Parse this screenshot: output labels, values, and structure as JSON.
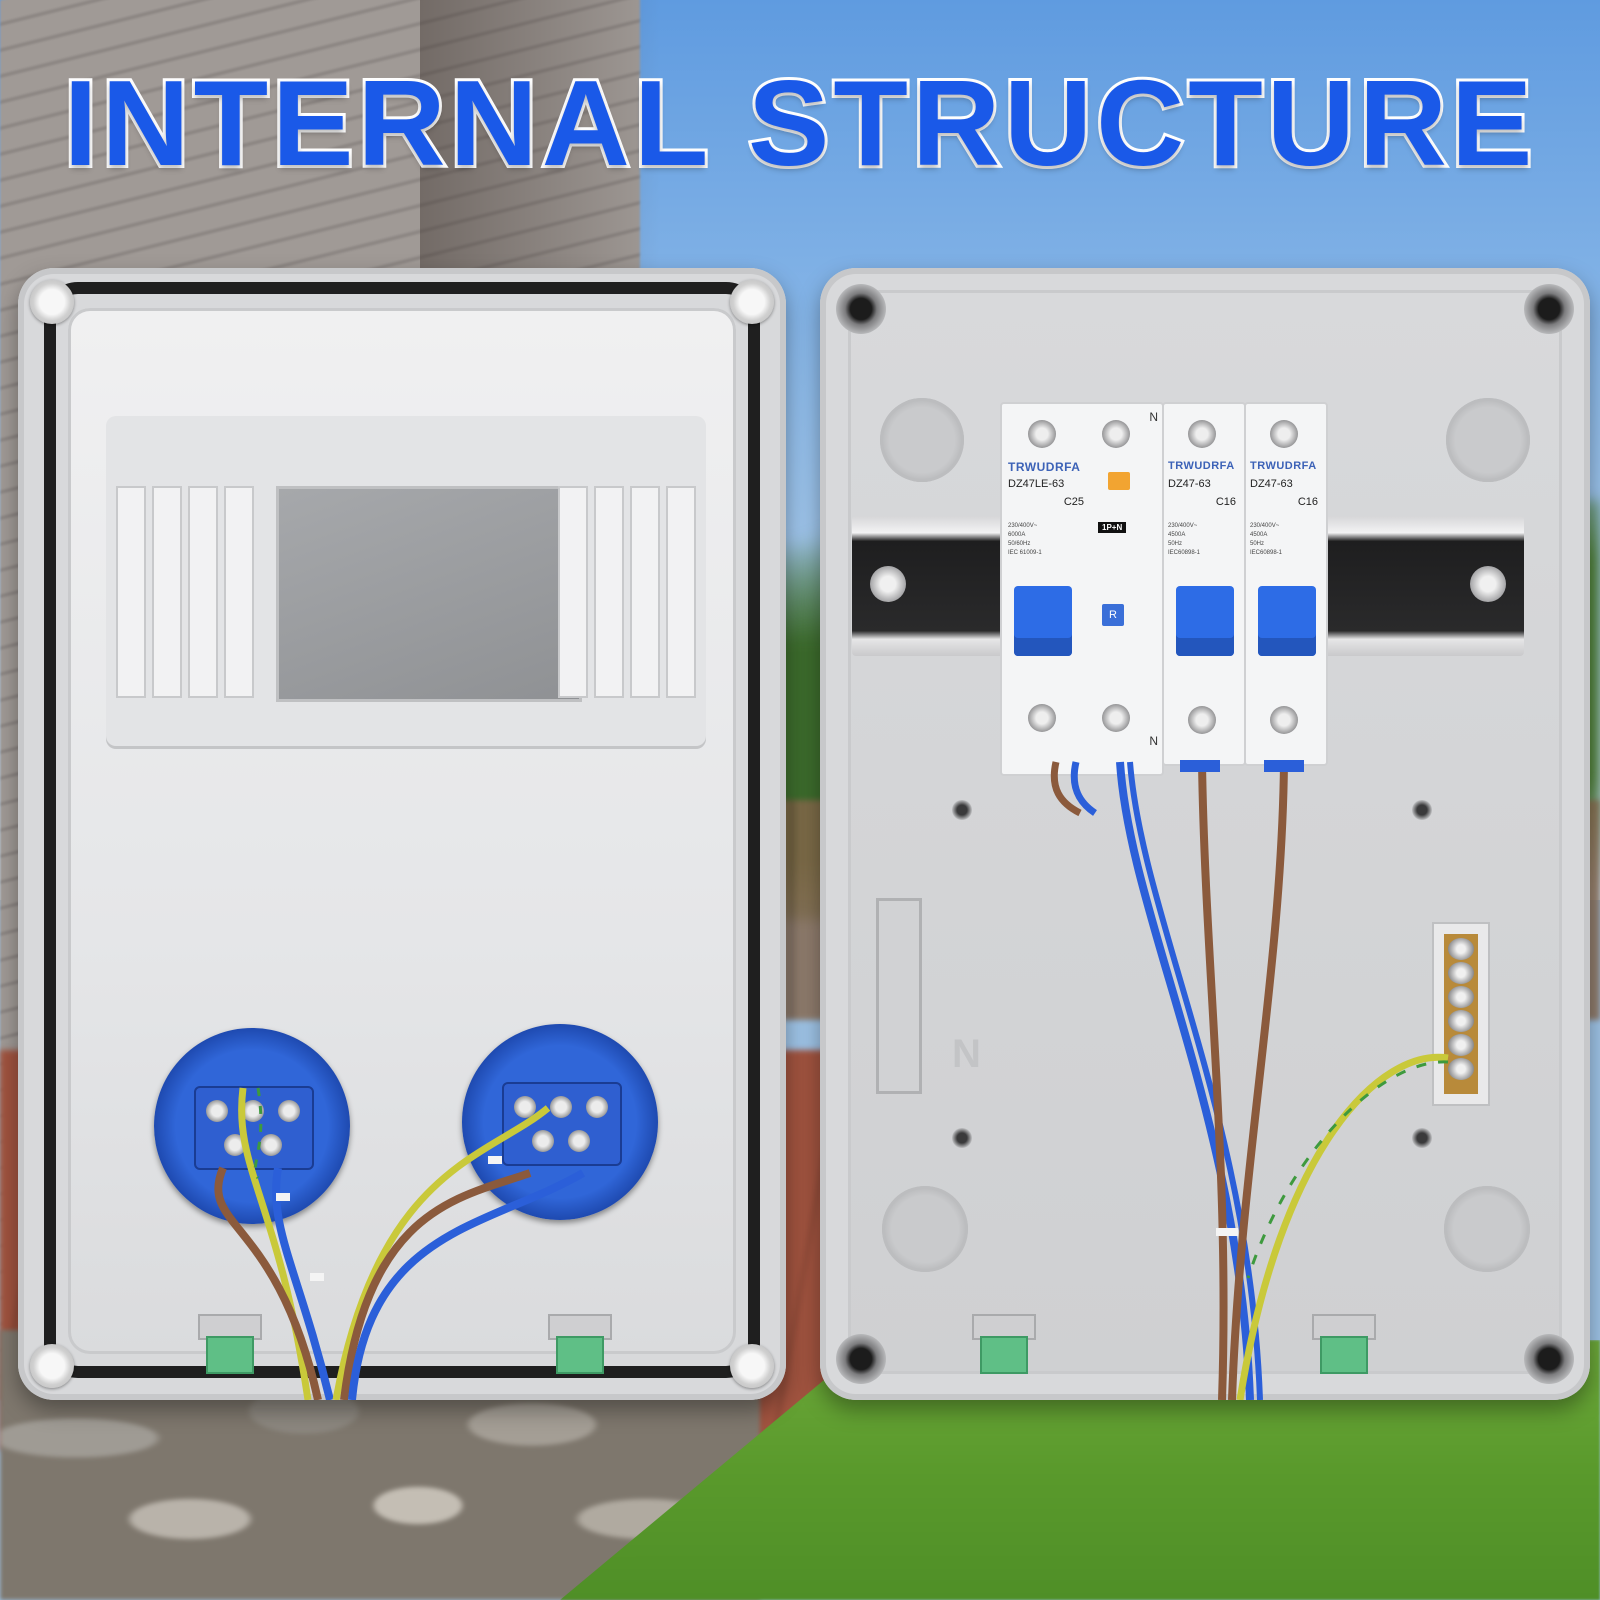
{
  "title": "INTERNAL STRUCTURE",
  "left_box": {
    "sockets": [
      "socket-left",
      "socket-right"
    ]
  },
  "right_box": {
    "breakers": [
      {
        "brand": "TRWUDRFA",
        "model": "DZ47LE-63",
        "rating": "C25",
        "pole_tag": "1P+N",
        "test_button": "R",
        "spec": "230/400V~\n6000A\n50/60Hz\nIEC 61009-1"
      },
      {
        "brand": "TRWUDRFA",
        "model": "DZ47-63",
        "rating": "C16",
        "spec": "230/400V~\n4500A\n50Hz\nIEC60898-1"
      },
      {
        "brand": "TRWUDRFA",
        "model": "DZ47-63",
        "rating": "C16",
        "spec": "230/400V~\n4500A\n50Hz\nIEC60898-1"
      }
    ],
    "neutral_mark": "N",
    "n_top": "N",
    "n_bottom": "N"
  },
  "colors": {
    "title_fill": "#1a59e8",
    "title_stroke": "#ffffff",
    "socket_blue": "#3066d8",
    "wire_blue": "#2b5fd9",
    "wire_brown": "#8b5a3c",
    "earth_yellow_green": "#c9c93a"
  }
}
